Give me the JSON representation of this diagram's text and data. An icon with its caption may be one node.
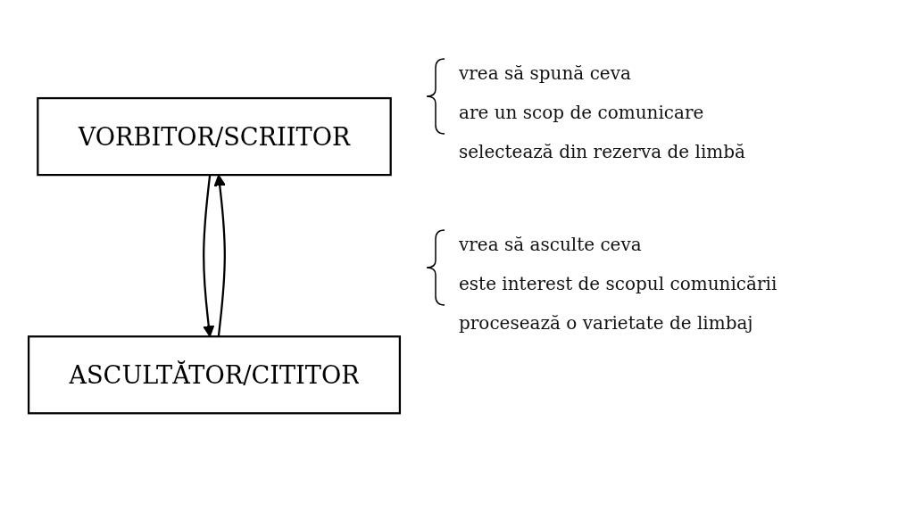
{
  "diagram": {
    "nodes": [
      {
        "text": [
          "VORBITOR/SCRIITOR"
        ],
        "beside": [
          "vrea să spună ceva",
          "are un scop de comunicare",
          "selectează din rezerva de limbă"
        ]
      },
      {
        "text": [
          "ASCULTĂTOR/CITITOR"
        ],
        "beside": [
          "vrea să asculte ceva",
          "este interest de scopul comunicării",
          "procesează o varietate de limbaj"
        ]
      }
    ],
    "edges": [
      {
        "from": 0,
        "to": 1,
        "arrow": "to"
      },
      {
        "from": 1,
        "to": 0,
        "arrow": "to"
      }
    ]
  }
}
